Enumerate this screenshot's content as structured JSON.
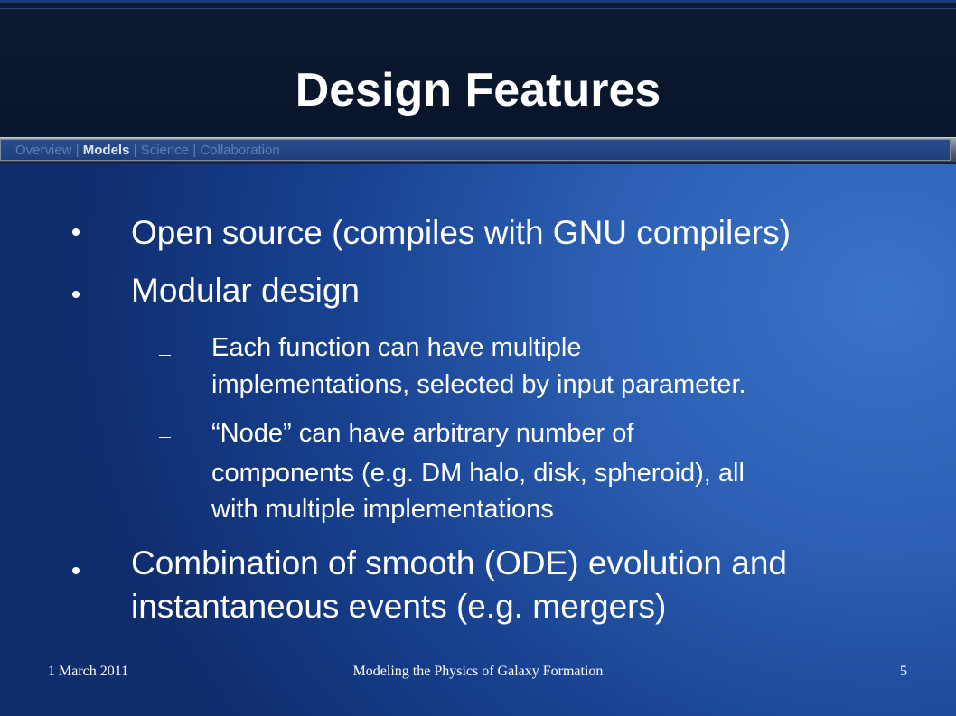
{
  "slide": {
    "title": "Design Features",
    "nav": {
      "items": [
        "Overview",
        "Models",
        "Science",
        "Collaboration"
      ],
      "active": "Models",
      "separator": "|"
    },
    "bullets": [
      {
        "text": "Open source (compiles with GNU compilers)"
      },
      {
        "text": "Modular design"
      },
      {
        "text": "Each function can have multiple implementations, selected by input parameter.",
        "line1": "Each function can have multiple",
        "line2": "implementations, selected by input parameter."
      },
      {
        "text": "“Node” can have arbitrary number of components (e.g. DM halo, disk, spheroid), all with multiple implementations",
        "line1": "“Node” can have arbitrary number of",
        "line2": "components (e.g. DM halo, disk, spheroid), all",
        "line3": "with multiple implementations"
      },
      {
        "text": "Combination of smooth (ODE) evolution and instantaneous events (e.g. mergers)",
        "line1": "Combination of smooth (ODE) evolution and",
        "line2": "instantaneous events (e.g. mergers)"
      }
    ],
    "footer": {
      "date": "1 March 2011",
      "title": "Modeling the Physics of Galaxy Formation",
      "page": "5"
    }
  },
  "colors": {
    "title_band": "#07142a",
    "body_blue": "#2c5fb3",
    "text": "#ffffff",
    "nav_inactive": "#5f7fb2",
    "nav_active": "#d9e3f3"
  }
}
